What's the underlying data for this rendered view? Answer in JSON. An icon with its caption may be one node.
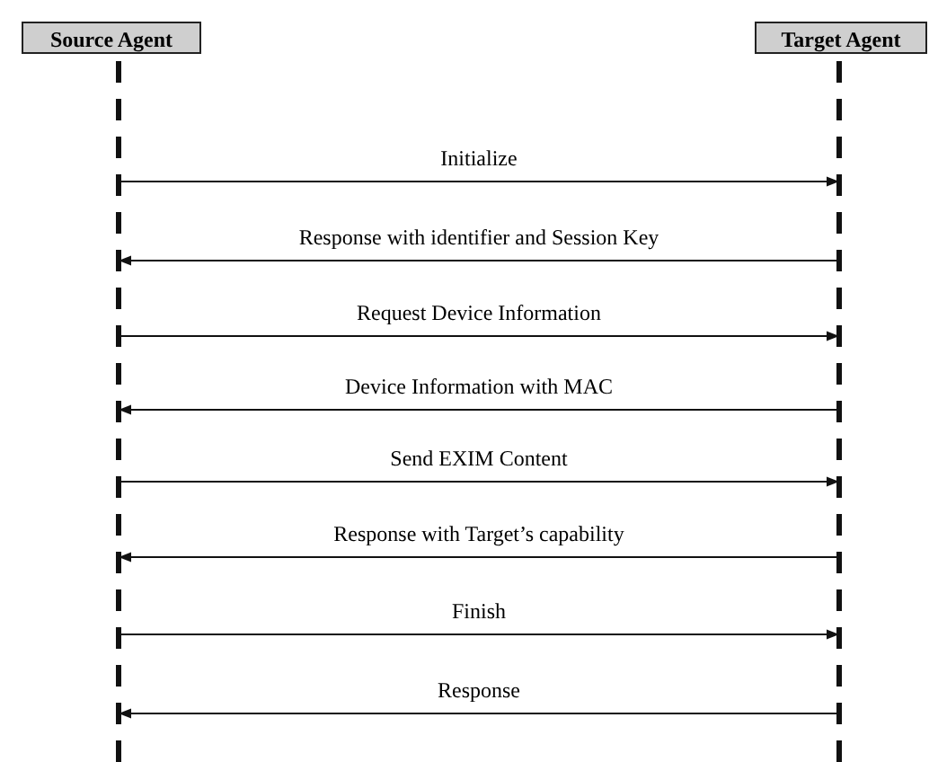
{
  "diagram": {
    "nodes": [
      {
        "text": [
          "Source Agent"
        ]
      },
      {
        "text": [
          "Target Agent"
        ]
      }
    ],
    "edges": [
      {
        "from": 0,
        "to": 1,
        "arrow": "to",
        "label": "Initialize"
      },
      {
        "from": 1,
        "to": 0,
        "arrow": "to",
        "label": "Response with identifier and Session Key"
      },
      {
        "from": 0,
        "to": 1,
        "arrow": "to",
        "label": "Request Device Information"
      },
      {
        "from": 1,
        "to": 0,
        "arrow": "to",
        "label": "Device Information with MAC"
      },
      {
        "from": 0,
        "to": 1,
        "arrow": "to",
        "label": "Send EXIM Content"
      },
      {
        "from": 1,
        "to": 0,
        "arrow": "to",
        "label": "Response with Target’s capability"
      },
      {
        "from": 0,
        "to": 1,
        "arrow": "to",
        "label": "Finish"
      },
      {
        "from": 1,
        "to": 0,
        "arrow": "to",
        "label": "Response"
      }
    ]
  }
}
